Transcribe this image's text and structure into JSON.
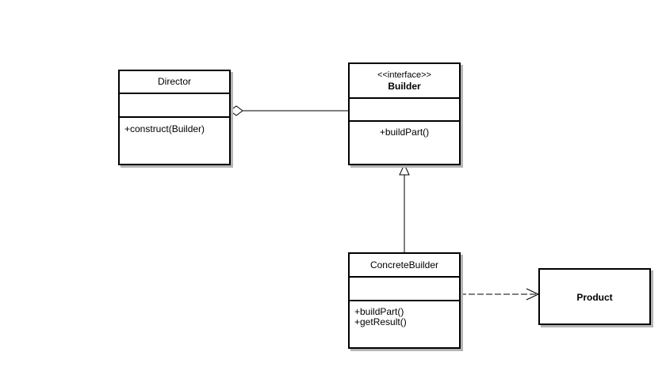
{
  "diagram": {
    "type": "UML class diagram",
    "classes": [
      {
        "id": "director",
        "name": "Director",
        "stereotype": "",
        "attributes": [],
        "operations": [
          "+construct(Builder)"
        ]
      },
      {
        "id": "builder",
        "name": "Builder",
        "stereotype": "<<interface>>",
        "attributes": [],
        "operations": [
          "+buildPart()"
        ]
      },
      {
        "id": "concrete_builder",
        "name": "ConcreteBuilder",
        "stereotype": "",
        "attributes": [],
        "operations": [
          "+buildPart()",
          "+getResult()"
        ]
      },
      {
        "id": "product",
        "name": "Product",
        "stereotype": "",
        "attributes": [],
        "operations": []
      }
    ],
    "relationships": [
      {
        "type": "aggregation",
        "from": "director",
        "to": "builder"
      },
      {
        "type": "realization",
        "from": "concrete_builder",
        "to": "builder"
      },
      {
        "type": "dependency",
        "from": "concrete_builder",
        "to": "product"
      }
    ]
  }
}
